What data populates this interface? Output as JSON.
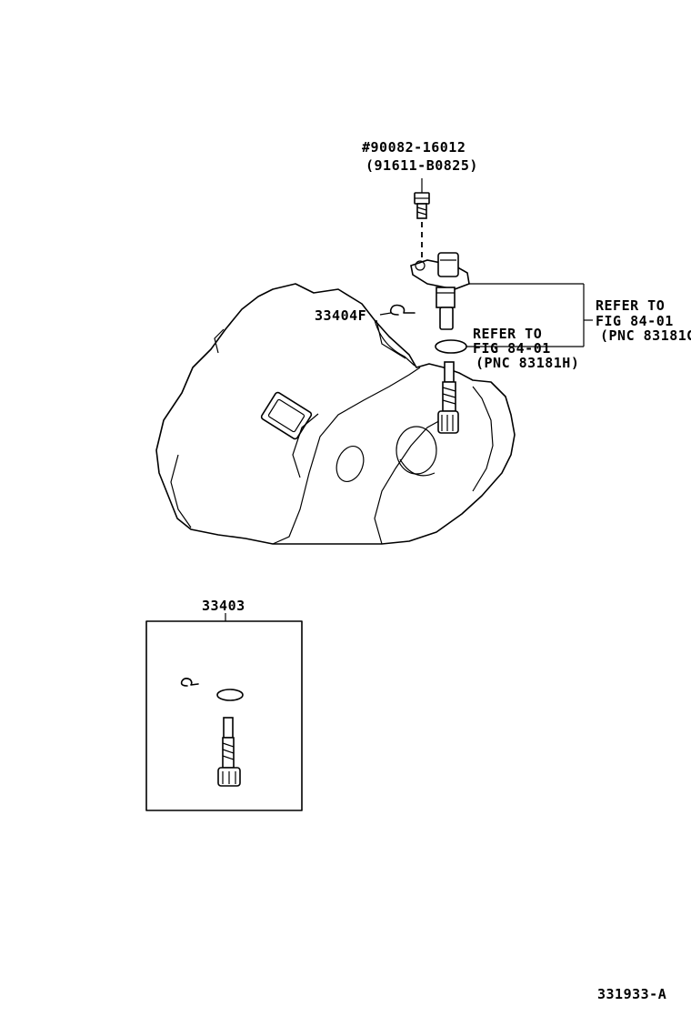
{
  "callouts": {
    "bolt_part": "#90082-16012",
    "bolt_alt": "(91611-B0825)",
    "clip_part": "33404F",
    "kit_part": "33403",
    "sensor_ref_line1": "REFER TO",
    "sensor_ref_line2": "FIG 84-01",
    "sensor_ref_line3": "(PNC 83181G",
    "oring_ref_line1": "REFER TO",
    "oring_ref_line2": "FIG 84-01",
    "oring_ref_line3": "(PNC 83181H)"
  },
  "illustration_code": "331933-A"
}
